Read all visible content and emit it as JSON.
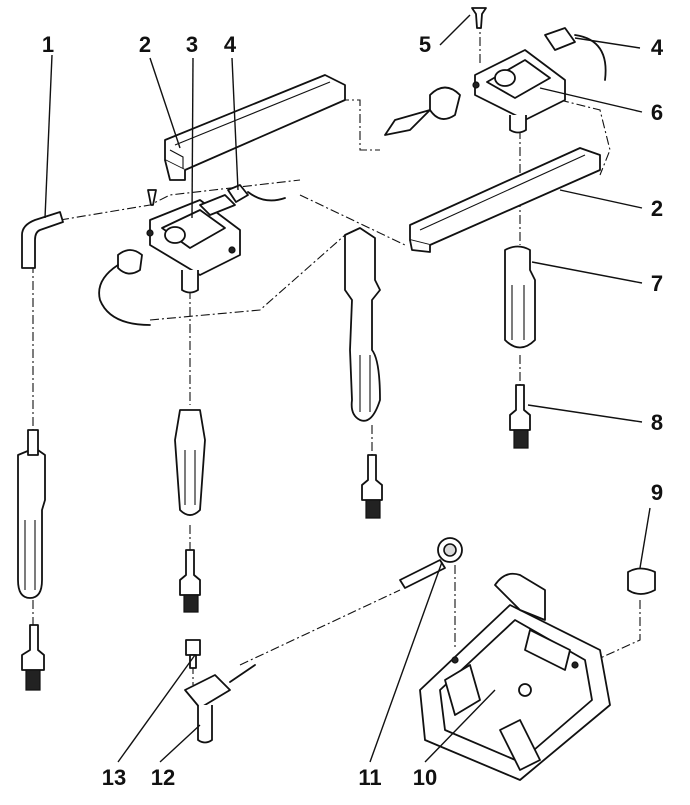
{
  "callouts": {
    "c1": "1",
    "c2a": "2",
    "c3": "3",
    "c4a": "4",
    "c5": "5",
    "c4b": "4",
    "c6": "6",
    "c2b": "2",
    "c7": "7",
    "c8": "8",
    "c9": "9",
    "c13": "13",
    "c12": "12",
    "c11": "11",
    "c10": "10"
  },
  "colors": {
    "line": "#111111",
    "background": "#ffffff",
    "shade": "#d9d9d9"
  }
}
